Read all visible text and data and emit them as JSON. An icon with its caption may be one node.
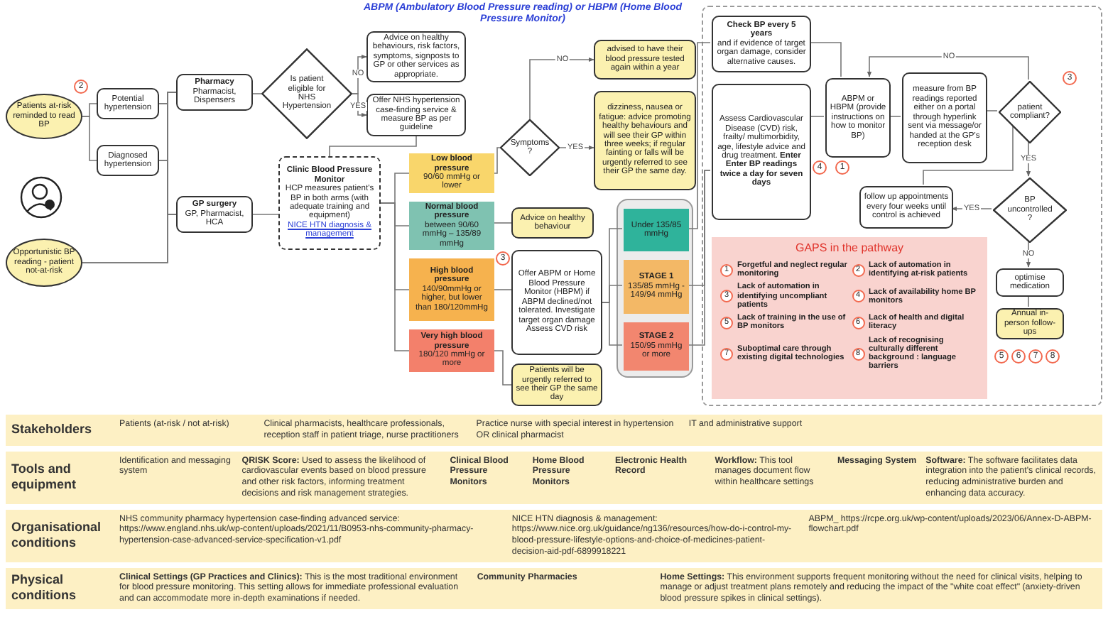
{
  "diagram": {
    "title": "ABPM (Ambulatory Blood Pressure reading) or HBPM (Home Blood Pressure Monitor)",
    "nodes": [
      {
        "text": [
          "Patients at-risk reminded to read BP"
        ]
      },
      {
        "text": [
          "Opportunistic BP reading - patient not-at-risk"
        ]
      },
      {
        "text": [
          "Potential hypertension"
        ]
      },
      {
        "text": [
          "Diagnosed hypertension"
        ]
      },
      {
        "text": [
          "Pharmacy",
          "Pharmacist, Dispensers"
        ]
      },
      {
        "text": [
          "GP surgery",
          "GP, Pharmacist, HCA"
        ]
      },
      {
        "text": [
          "Is patient eligible for NHS Hypertension"
        ]
      },
      {
        "text": [
          "Advice on healthy behaviours, risk factors, symptoms, signposts to GP or other services as appropriate."
        ]
      },
      {
        "text": [
          "Offer NHS hypertension case-finding service & measure BP as per guideline"
        ]
      },
      {
        "text": [
          "Clinic Blood Pressure Monitor",
          "HCP measures patient's BP in both arms (with adequate training and equipment)",
          "NICE HTN diagnosis & management"
        ]
      },
      {
        "text": [
          "Low blood pressure",
          "90/60 mmHg or lower"
        ]
      },
      {
        "text": [
          "Normal blood pressure",
          "between 90/60 mmHg – 135/89 mmHg"
        ]
      },
      {
        "text": [
          "High blood pressure",
          "140/90mmHg or higher, but lower than 180/120mmHg"
        ]
      },
      {
        "text": [
          "Very high blood pressure",
          "180/120 mmHg or more"
        ]
      },
      {
        "text": [
          "Symptoms ?"
        ]
      },
      {
        "text": [
          "advised to have their blood pressure tested again within a year"
        ]
      },
      {
        "text": [
          "dizziness, nausea or fatigue: advice promoting healthy behaviours and will see their GP within three weeks; if regular fainting or falls will be urgently referred to see their GP the same day."
        ]
      },
      {
        "text": [
          "Advice on healthy behaviour"
        ]
      },
      {
        "text": [
          "Offer ABPM or Home Blood Pressure Monitor (HBPM) if ABPM declined/not tolerated. Investigate target organ damage Assess CVD risk"
        ]
      },
      {
        "text": [
          "Patients will be urgently referred to see their GP the same day"
        ]
      },
      {
        "text": [],
        "shape": "box"
      },
      {
        "text": [
          "Under 135/85 mmHg"
        ],
        "in": 20
      },
      {
        "text": [
          "STAGE 1",
          "135/85 mmHg - 149/94 mmHg"
        ],
        "in": 20
      },
      {
        "text": [
          "STAGE 2",
          "150/95 mmHg or more"
        ],
        "in": 20
      },
      {
        "text": [],
        "shape": "box"
      },
      {
        "text": [
          "Check BP every 5 years",
          "and if evidence of target organ damage, consider alternative causes."
        ],
        "in": 24
      },
      {
        "text": [
          "Assess Cardiovascular Disease (CVD) risk, frailty/ multimorbidity, age, lifestyle advice and drug treatment. **Enter Enter BP readings twice a day for seven days**"
        ],
        "in": 24
      },
      {
        "text": [
          "ABPM or HBPM (provide instructions on how to monitor BP)"
        ],
        "in": 24
      },
      {
        "text": [
          "measure from BP readings reported either on a portal through hyperlink sent via message/or handed at the GP's reception desk"
        ],
        "in": 24
      },
      {
        "text": [
          "patient compliant?"
        ],
        "in": 24
      },
      {
        "text": [
          "BP uncontrolled ?"
        ],
        "in": 24
      },
      {
        "text": [
          "optimise medication"
        ],
        "in": 24
      },
      {
        "text": [
          "Annual in-person follow-ups"
        ],
        "in": 24
      },
      {
        "text": [
          "follow up appointments every four weeks until control is achieved"
        ],
        "in": 24
      },
      {
        "text": [
          "GAPS in the pathway",
          "1",
          "Forgetful and neglect regular monitoring",
          "2",
          "Lack of automation in identifying at-risk patients",
          "3",
          "Lack of automation in identifying uncompliant patients",
          "4",
          "Lack of availability home BP monitors",
          "5",
          "Lack of training in the use of BP monitors",
          "6",
          "Lack of health and digital literacy",
          "7",
          "Suboptimal care through existing digital technologies",
          "8",
          "Lack of recognising culturally different background : language barriers"
        ],
        "in": 24
      }
    ],
    "edges": [
      {
        "from": 0,
        "to": 2,
        "arrow": "none"
      },
      {
        "from": 0,
        "to": 3,
        "arrow": "none"
      },
      {
        "from": 2,
        "to": 4,
        "arrow": "none"
      },
      {
        "from": 2,
        "to": 5,
        "arrow": "none"
      },
      {
        "from": 3,
        "to": 4,
        "arrow": "none"
      },
      {
        "from": 3,
        "to": 5,
        "arrow": "none"
      },
      {
        "from": 1,
        "to": 4,
        "arrow": "none"
      },
      {
        "from": 1,
        "to": 5,
        "arrow": "none"
      },
      {
        "from": 4,
        "to": 6,
        "arrow": "none"
      },
      {
        "from": 6,
        "to": 7,
        "arrow": "to",
        "label": "NO"
      },
      {
        "from": 6,
        "to": 8,
        "arrow": "to",
        "label": "YES"
      },
      {
        "from": 8,
        "to": 9,
        "arrow": "none"
      },
      {
        "from": 5,
        "to": 9,
        "arrow": "none"
      },
      {
        "from": 9,
        "to": 10,
        "arrow": "none"
      },
      {
        "from": 9,
        "to": 11,
        "arrow": "none"
      },
      {
        "from": 9,
        "to": 12,
        "arrow": "none"
      },
      {
        "from": 9,
        "to": 13,
        "arrow": "none"
      },
      {
        "from": 10,
        "to": 14,
        "arrow": "none"
      },
      {
        "from": 14,
        "to": 15,
        "arrow": "to",
        "label": "NO"
      },
      {
        "from": 14,
        "to": 16,
        "arrow": "to",
        "label": "YES"
      },
      {
        "from": 11,
        "to": 17,
        "arrow": "none"
      },
      {
        "from": 12,
        "to": 18,
        "arrow": "none"
      },
      {
        "from": 13,
        "to": 19,
        "arrow": "none"
      },
      {
        "from": 18,
        "to": 21,
        "arrow": "none"
      },
      {
        "from": 18,
        "to": 22,
        "arrow": "none"
      },
      {
        "from": 18,
        "to": 23,
        "arrow": "none"
      },
      {
        "from": 21,
        "to": 25,
        "arrow": "none"
      },
      {
        "from": 22,
        "to": 26,
        "arrow": "none"
      },
      {
        "from": 23,
        "to": 26,
        "arrow": "none"
      },
      {
        "from": 25,
        "to": 27,
        "arrow": "none"
      },
      {
        "from": 26,
        "to": 27,
        "arrow": "none"
      },
      {
        "from": 27,
        "to": 28,
        "arrow": "none"
      },
      {
        "from": 28,
        "to": 29,
        "arrow": "none"
      },
      {
        "from": 29,
        "to": 30,
        "arrow": "to",
        "label": "YES"
      },
      {
        "from": 29,
        "to": 27,
        "arrow": "to",
        "label": "NO"
      },
      {
        "from": 30,
        "to": 31,
        "arrow": "to",
        "label": "NO"
      },
      {
        "from": 30,
        "to": 33,
        "arrow": "to",
        "label": "YES"
      },
      {
        "from": 31,
        "to": 32,
        "arrow": "none"
      },
      {
        "from": 33,
        "to": 29,
        "arrow": "none"
      }
    ],
    "labels": [
      "2",
      "4",
      "3",
      "3",
      "1",
      "5",
      "6",
      "7",
      "8",
      "Stakeholders",
      "Patients (at-risk / not at-risk)",
      "Clinical pharmacists, healthcare professionals, reception staff in patient triage, nurse practitioners",
      "Practice nurse with special interest in hypertension OR clinical pharmacist",
      "IT and administrative support",
      "Tools and equipment",
      "Identification and messaging system",
      "**QRISK Score:** Used to assess the likelihood of cardiovascular events based on blood pressure and other risk factors, informing treatment decisions and risk management strategies.",
      "Clinical Blood Pressure Monitors",
      "Home Blood Pressure Monitors",
      "Electronic Health Record",
      "**Workflow:** This tool manages document flow within healthcare settings",
      "Messaging System",
      "**Software:** The software facilitates data integration into the patient's clinical records, reducing administrative burden and enhancing data accuracy.",
      "Organisational conditions",
      "NHS community pharmacy hypertension case-finding advanced service: https://www.england.nhs.uk/wp-content/uploads/2021/11/B0953-nhs-community-pharmacy-hypertension-case-advanced-service-specification-v1.pdf",
      "NICE HTN diagnosis & management: https://www.nice.org.uk/guidance/ng136/resources/how-do-i-control-my-blood-pressure-lifestyle-options-and-choice-of-medicines-patient-decision-aid-pdf-6899918221",
      "ABPM_ https://rcpe.org.uk/wp-content/uploads/2023/06/Annex-D-ABPM-flowchart.pdf",
      "Physical conditions",
      "**Clinical Settings (GP Practices and Clinics):** This is the most traditional environment for blood pressure monitoring. This setting allows for immediate professional evaluation and can accommodate more in-depth examinations if needed.",
      "Community Pharmacies",
      "**Home Settings:** This environment supports frequent monitoring without the need for clinical visits, helping to manage or adjust treatment plans remotely and reducing the impact of the \"white coat effect\" (anxiety-driven blood pressure spikes in clinical settings)."
    ]
  }
}
